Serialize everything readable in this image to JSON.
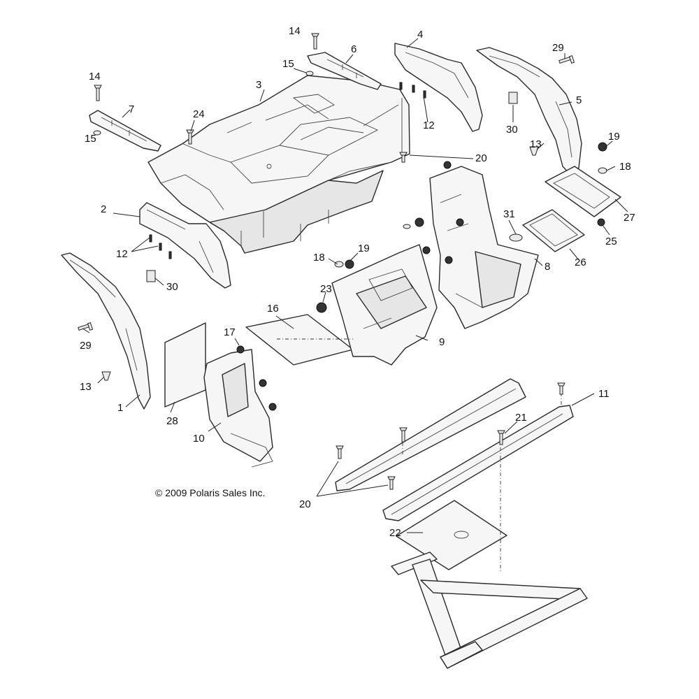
{
  "copyright": "© 2009 Polaris Sales Inc.",
  "callouts": {
    "c1": "1",
    "c2": "2",
    "c3": "3",
    "c4": "4",
    "c5": "5",
    "c6": "6",
    "c7": "7",
    "c8": "8",
    "c9": "9",
    "c10": "10",
    "c11": "11",
    "c12a": "12",
    "c12b": "12",
    "c13a": "13",
    "c13b": "13",
    "c14a": "14",
    "c14b": "14",
    "c15a": "15",
    "c15b": "15",
    "c16": "16",
    "c17": "17",
    "c18a": "18",
    "c18b": "18",
    "c19a": "19",
    "c19b": "19",
    "c20a": "20",
    "c20b": "20",
    "c21": "21",
    "c22": "22",
    "c23": "23",
    "c24": "24",
    "c25": "25",
    "c26": "26",
    "c27": "27",
    "c28": "28",
    "c29a": "29",
    "c29b": "29",
    "c30a": "30",
    "c30b": "30",
    "c31": "31"
  }
}
